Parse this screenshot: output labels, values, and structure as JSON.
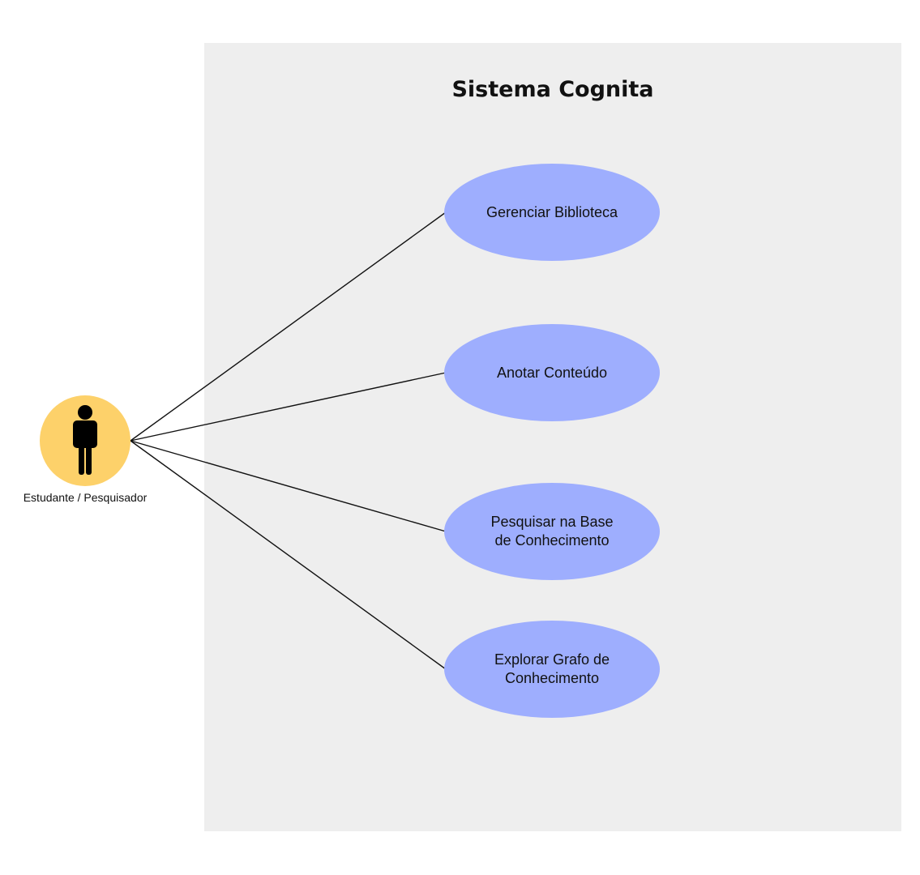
{
  "system": {
    "title": "Sistema Cognita"
  },
  "actor": {
    "label": "Estudante / Pesquisador",
    "icon": "person-icon",
    "color": "#fdd16a"
  },
  "use_cases": [
    {
      "label": "Gerenciar Biblioteca"
    },
    {
      "label": "Anotar Conteúdo"
    },
    {
      "label": "Pesquisar na Base\nde Conhecimento"
    },
    {
      "label": "Explorar Grafo de\nConhecimento"
    }
  ],
  "colors": {
    "use_case_fill": "#9eaefe",
    "boundary_fill": "#eeeeee",
    "line": "#111111"
  }
}
